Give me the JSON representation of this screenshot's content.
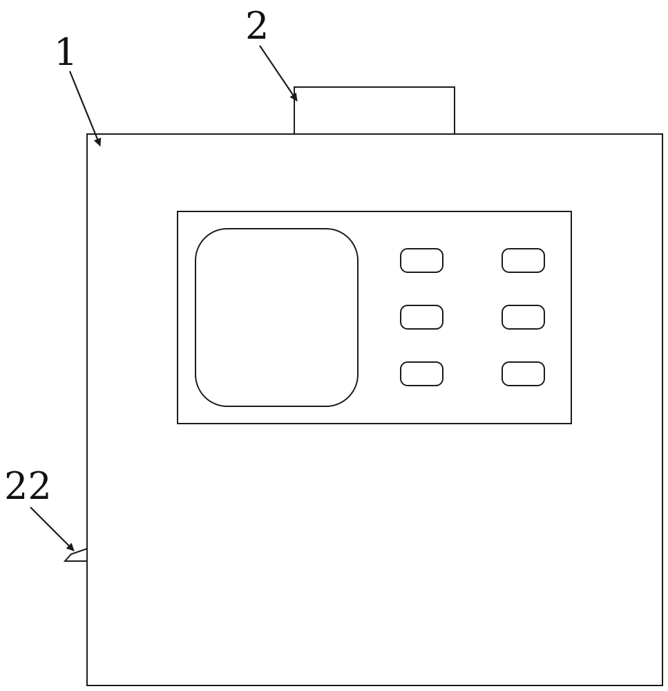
{
  "figure": {
    "colors": {
      "background": "#ffffff",
      "stroke": "#1a1a1a",
      "text": "#111111"
    },
    "labels": {
      "housing": "1",
      "top_module": "2",
      "side_latch": "22"
    }
  }
}
